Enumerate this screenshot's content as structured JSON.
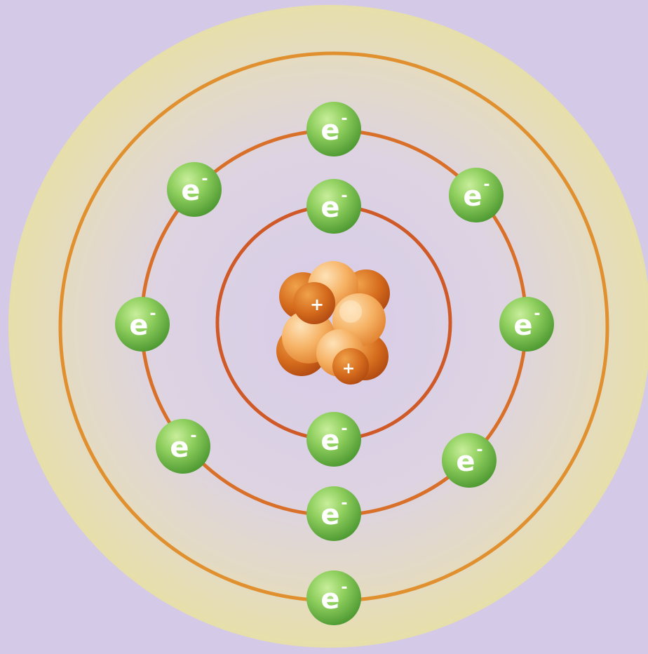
{
  "colors": {
    "background": "#d4c9e6",
    "outer_halo": "#e5dcae",
    "inner_field": "#dcd2e6",
    "orbit_outer": "#e0902e",
    "orbit_middle": "#d9702a",
    "orbit_inner": "#cf5a28",
    "electron_light": "#b6e28a",
    "electron_dark": "#5aa33a",
    "nucleon_light": "#f8c98a",
    "nucleon_dark": "#d86a1c"
  },
  "electron": {
    "symbol": "e",
    "charge": "-"
  },
  "nucleus": {
    "proton_sign": "+"
  },
  "shells": [
    {
      "name": "inner",
      "electron_count": 2
    },
    {
      "name": "middle",
      "electron_count": 8
    },
    {
      "name": "outer",
      "electron_count": 1
    }
  ]
}
